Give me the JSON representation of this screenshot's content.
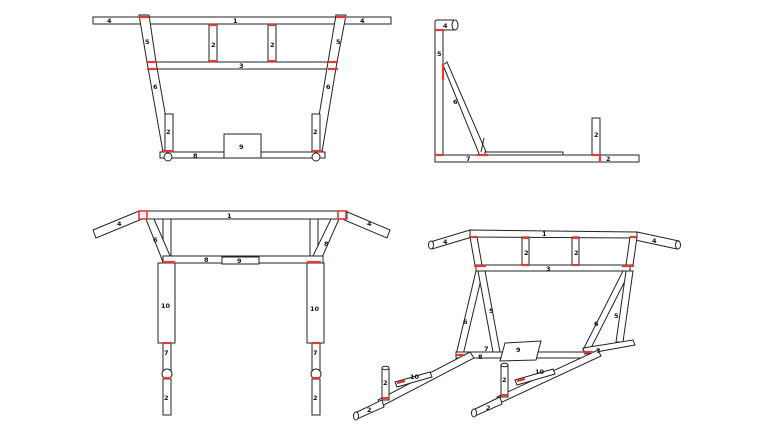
{
  "diagram": {
    "part_labels": {
      "p1": "1",
      "p2": "2",
      "p3": "3",
      "p4": "4",
      "p5": "5",
      "p6": "6",
      "p7": "7",
      "p8": "8",
      "p9": "9",
      "p10": "10"
    },
    "colors": {
      "outline": "#222222",
      "weld": "#e53935",
      "fill": "#ffffff"
    }
  }
}
